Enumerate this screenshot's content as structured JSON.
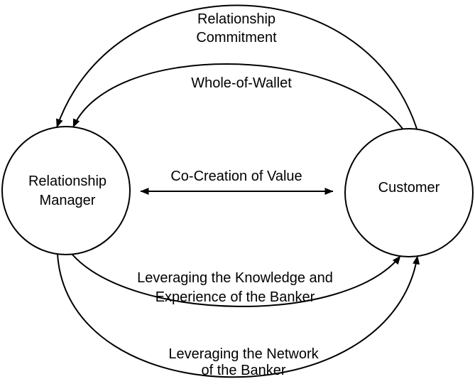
{
  "diagram": {
    "title": "Relationship Manager and Customer value exchange diagram",
    "colors": {
      "background": "#ffffff",
      "stroke": "#000000",
      "text": "#000000"
    },
    "nodes": {
      "relationship_manager": {
        "line1": "Relationship",
        "line2": "Manager"
      },
      "customer": {
        "label": "Customer"
      }
    },
    "edges": {
      "relationship_commitment": {
        "line1": "Relationship",
        "line2": "Commitment",
        "direction": "customer-to-relationship-manager"
      },
      "whole_of_wallet": {
        "label": "Whole-of-Wallet",
        "direction": "customer-to-relationship-manager"
      },
      "co_creation_of_value": {
        "label": "Co-Creation of Value",
        "direction": "bidirectional"
      },
      "knowledge_experience": {
        "line1": "Leveraging the Knowledge and",
        "line2": "Experience of the Banker",
        "direction": "relationship-manager-to-customer"
      },
      "network": {
        "line1": "Leveraging the Network",
        "line2": "of the Banker",
        "direction": "relationship-manager-to-customer"
      }
    }
  }
}
